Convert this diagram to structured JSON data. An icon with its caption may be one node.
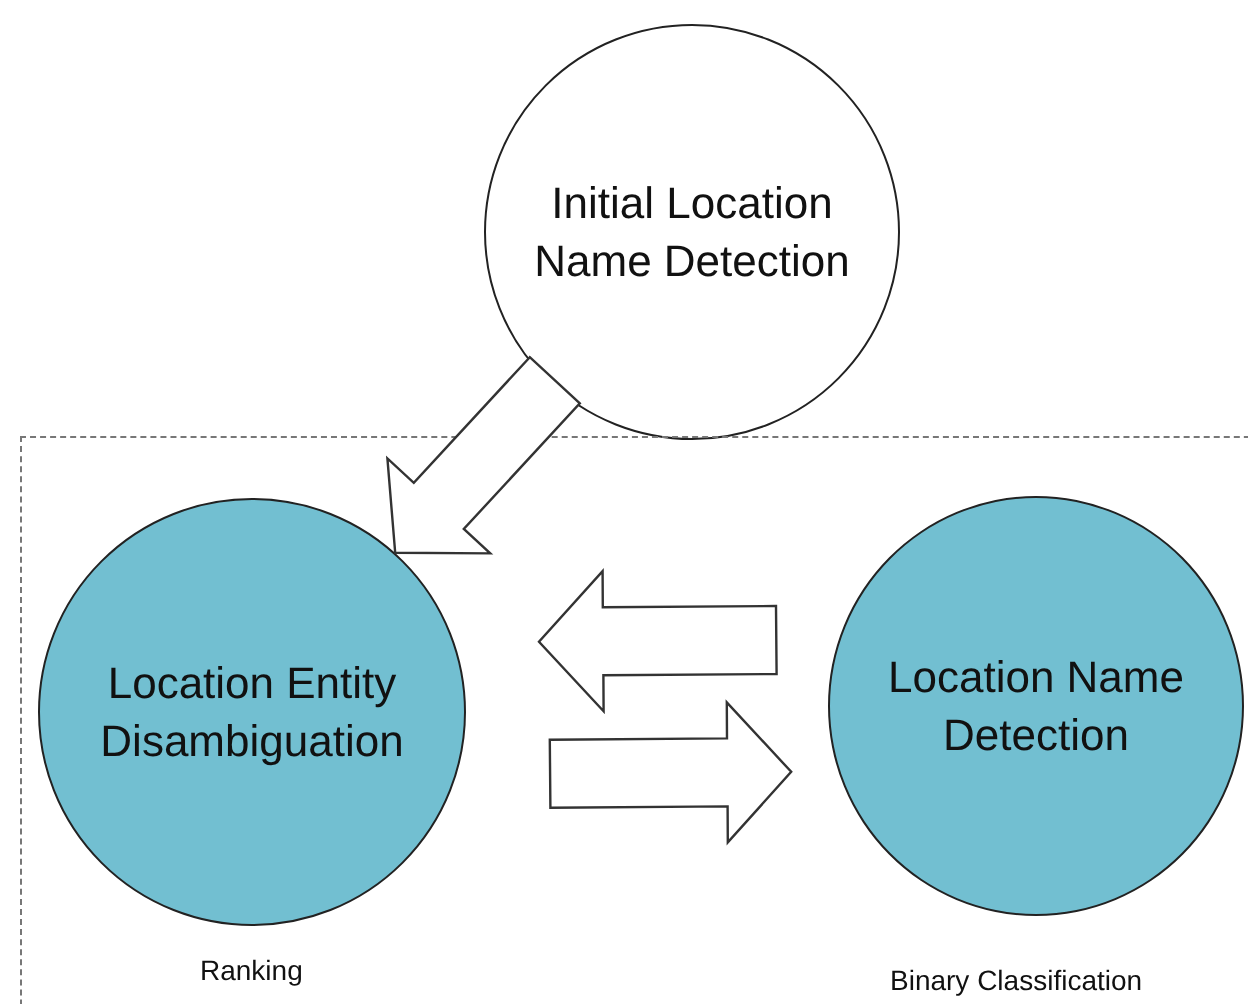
{
  "diagram": {
    "nodes": [
      {
        "text": [
          "Initial Location Name Detection"
        ]
      },
      {
        "text": [],
        "shape": "box"
      },
      {
        "text": [
          "Location Entity Disambiguation"
        ],
        "in": 1,
        "beside": [
          "Ranking"
        ]
      },
      {
        "text": [
          "Location Name Detection"
        ],
        "in": 1,
        "beside": [
          "Binary Classification"
        ]
      }
    ],
    "edges": [
      {
        "from": 0,
        "to": 2,
        "arrow": "to"
      },
      {
        "from": 3,
        "to": 2,
        "arrow": "to"
      },
      {
        "from": 2,
        "to": 3,
        "arrow": "to"
      }
    ]
  }
}
